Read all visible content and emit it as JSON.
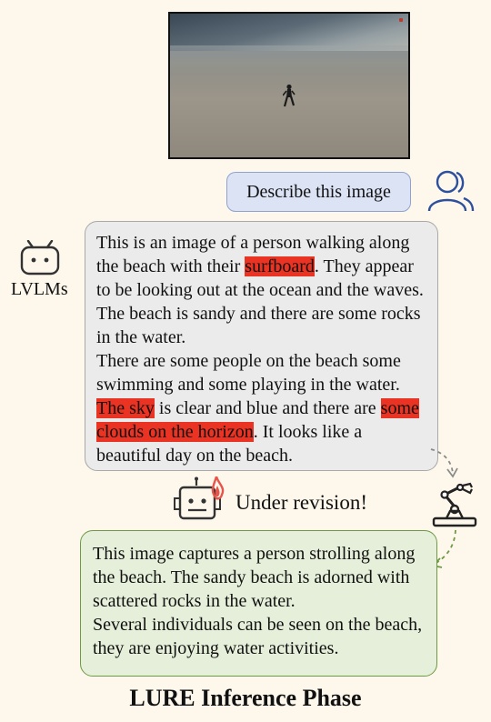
{
  "user_message": "Describe this image",
  "model_label": "LVLMs",
  "description": {
    "p1_a": "This is an image of a person walking along the beach with their ",
    "p1_h1": "surfboard",
    "p1_b": ". They appear to be looking out at the ocean and the waves. The beach is sandy and there are some rocks in the water.",
    "p2_a": "There are some people on the beach some swimming and some playing in the water. ",
    "p2_h1": "The sky",
    "p2_b": " is clear and blue and there are ",
    "p2_h2": "some clouds on the horizon",
    "p2_c": ". It looks like a beautiful day on the beach."
  },
  "revision_label": "Under revision!",
  "revised": {
    "p1": "This image captures a person strolling along the beach. The sandy beach is adorned with scattered rocks in the water.",
    "p2": "Several individuals can be seen on the beach, they are enjoying water activities."
  },
  "caption": "LURE Inference Phase",
  "colors": {
    "hallucination_highlight": "#ea3323",
    "user_bubble": "#dbe3f5",
    "description_bubble": "#ebebeb",
    "revised_bubble": "#e5efd9",
    "revised_border": "#6e9a45",
    "flame": "#e8534a"
  },
  "icons": [
    "beach-photo",
    "user-icon",
    "robot-face-icon",
    "robot-flame-icon",
    "robot-arm-icon"
  ]
}
